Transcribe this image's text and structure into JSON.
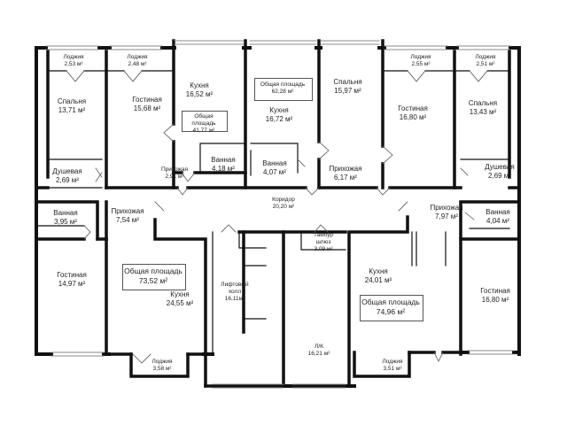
{
  "rooms": {
    "top": {
      "loggia_1": "Лоджия\n2,53 м²",
      "loggia_2": "Лоджия\n2,48 м²",
      "kitchen_1": "Кухня\n16,52 м²",
      "area_1": "Общая площадь\n41,77 м²",
      "area_2": "Общая площадь\n62,28 м²",
      "kitchen_2": "Кухня\n16,72 м²",
      "bedroom_top_mid": "Спальня\n15,97 м²",
      "loggia_3": "Лоджия\n2,55 м²",
      "loggia_4": "Лоджия\n2,51 м²",
      "bedroom_left": "Спальня\n13,71 м²",
      "living_1": "Гостиная\n15,68 м²",
      "living_2": "Гостиная\n16,80 м²",
      "bedroom_right": "Спальня\n13,43 м²",
      "bath_1": "Ванная\n4,18 м²",
      "bath_2": "Ванная\n4,07 м²",
      "hall_1": "Прихожая\n2,91 м²",
      "hall_2": "Прихожая\n6,17 м²",
      "shower_1": "Душевая\n2,69 м²",
      "shower_2": "Душевая\n2,69 м²"
    },
    "middle": {
      "corridor": "Коридор\n20,20 м²",
      "hall_left": "Прихожая\n7,54 м²",
      "hall_right": "Прихожая\n7,97 м²",
      "bath_left": "Ванная\n3,95 м²",
      "bath_right": "Ванная\n4,04 м²",
      "tambour": "Тамбур\nшлюз\n3,09 м²"
    },
    "bottom": {
      "living_left": "Гостиная\n14,97 м²",
      "area_left": "Общая площадь\n73,52 м²",
      "kitchen_left": "Кухня\n24,55 м²",
      "lift_hall": "Лифтовый\nхолл\n16,11м²",
      "stair": "Л/К\n16,21 м²",
      "kitchen_right": "Кухня\n24,01 м²",
      "area_right": "Общая площадь\n74,96 м²",
      "living_right": "Гостиная\n16,80 м²",
      "loggia_left": "Лоджия\n3,58 м²",
      "loggia_right": "Лоджия\n3,51 м²"
    }
  }
}
